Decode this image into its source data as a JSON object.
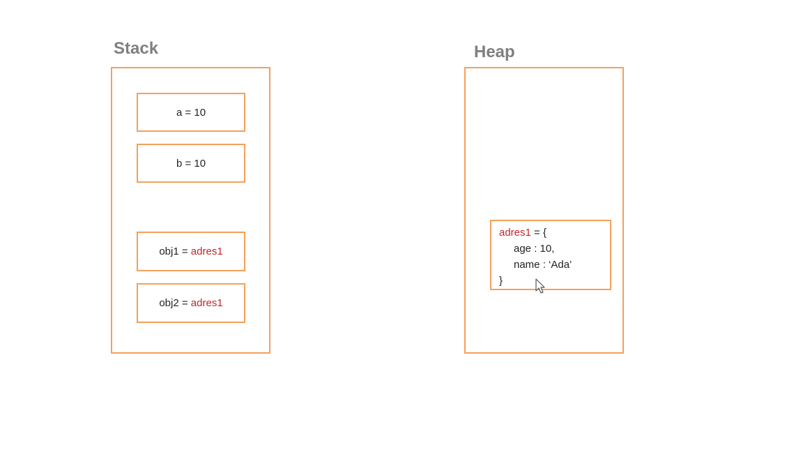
{
  "stack": {
    "title": "Stack",
    "cells": [
      {
        "text": "a = 10"
      },
      {
        "text": "b = 10"
      },
      {
        "name": "obj1",
        "eq": " = ",
        "ref": "adres1"
      },
      {
        "name": "obj2",
        "eq": " = ",
        "ref": "adres1"
      }
    ]
  },
  "heap": {
    "title": "Heap",
    "object": {
      "address": "adres1",
      "open": " = {",
      "prop1": "age : 10,",
      "prop2": "name : ‘Ada’",
      "close": "}"
    }
  },
  "colors": {
    "border": "#f4a05a",
    "reference": "#c0262d",
    "title": "#7f7f7f",
    "text": "#222222"
  },
  "icons": {
    "pointer": "mouse-pointer-icon"
  }
}
